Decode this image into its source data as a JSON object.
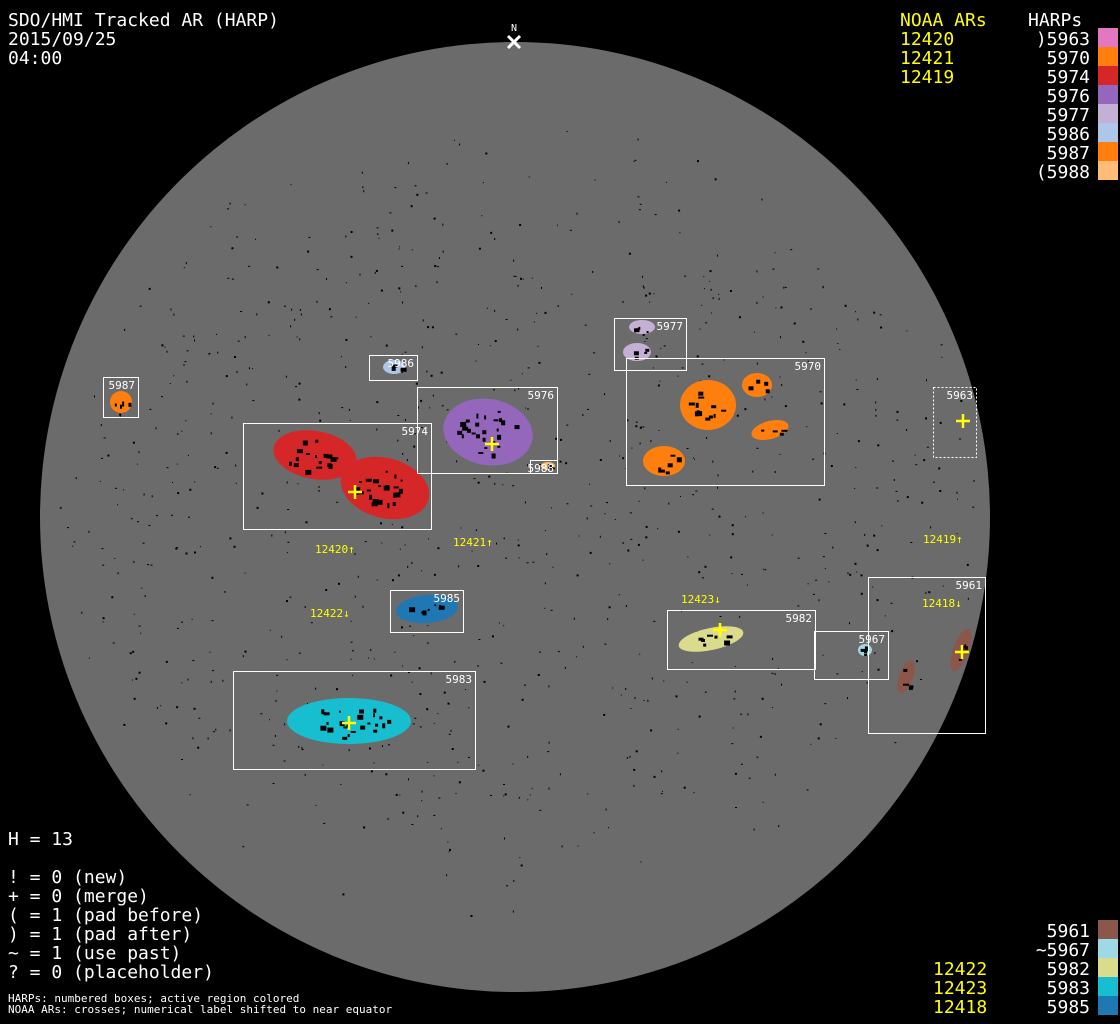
{
  "header": {
    "title": "SDO/HMI Tracked AR (HARP)",
    "date": "2015/09/25",
    "time": "04:00"
  },
  "north_label": "N",
  "legend_top": {
    "noaa_heading": "NOAA ARs",
    "harp_heading": "HARPs",
    "noaa": [
      "12420",
      "12421",
      "12419"
    ],
    "harps": [
      {
        "label": ")5963",
        "color": "#e377c2"
      },
      {
        "label": "5970",
        "color": "#ff7f0e"
      },
      {
        "label": "5974",
        "color": "#d62728"
      },
      {
        "label": "5976",
        "color": "#9467bd"
      },
      {
        "label": "5977",
        "color": "#c5b0d5"
      },
      {
        "label": "5986",
        "color": "#aec7e8"
      },
      {
        "label": "5987",
        "color": "#ff7f0e"
      },
      {
        "label": "(5988",
        "color": "#ffbb78"
      }
    ]
  },
  "legend_bottom": {
    "noaa": [
      "12422",
      "12423",
      "12418"
    ],
    "harps": [
      {
        "label": "5961",
        "color": "#8c564b"
      },
      {
        "label": "~5967",
        "color": "#9edae5"
      },
      {
        "label": "5982",
        "color": "#dbdb8d"
      },
      {
        "label": "5983",
        "color": "#17becf"
      },
      {
        "label": "5985",
        "color": "#1f77b4"
      }
    ]
  },
  "stats": {
    "h": "H = 13",
    "lines": [
      "! = 0 (new)",
      "+ = 0 (merge)",
      "( = 1 (pad before)",
      ") = 1 (pad after)",
      "~ = 1 (use past)",
      "? = 0 (placeholder)"
    ]
  },
  "footnotes": [
    "HARPs: numbered boxes; active region colored",
    "NOAA ARs: crosses; numerical label shifted to near equator"
  ],
  "harp_boxes": [
    {
      "id": "5987",
      "color": "#ff7f0e"
    },
    {
      "id": "5986",
      "color": "#aec7e8"
    },
    {
      "id": "5974",
      "color": "#d62728"
    },
    {
      "id": "5976",
      "color": "#9467bd"
    },
    {
      "id": "5988",
      "color": "#ffbb78"
    },
    {
      "id": "5977",
      "color": "#c5b0d5"
    },
    {
      "id": "5970",
      "color": "#ff7f0e"
    },
    {
      "id": "5963",
      "color": "#e377c2"
    },
    {
      "id": "5985",
      "color": "#1f77b4"
    },
    {
      "id": "5983",
      "color": "#17becf"
    },
    {
      "id": "5982",
      "color": "#dbdb8d"
    },
    {
      "id": "5967",
      "color": "#9edae5"
    },
    {
      "id": "5961",
      "color": "#8c564b"
    }
  ],
  "noaa_labels": [
    "12420↑",
    "12421↑",
    "12419↑",
    "12422↓",
    "12423↓",
    "12418↓"
  ],
  "colors": {
    "disk": "#6b6b6b",
    "noaa": "#ffff00",
    "box": "#ffffff"
  }
}
